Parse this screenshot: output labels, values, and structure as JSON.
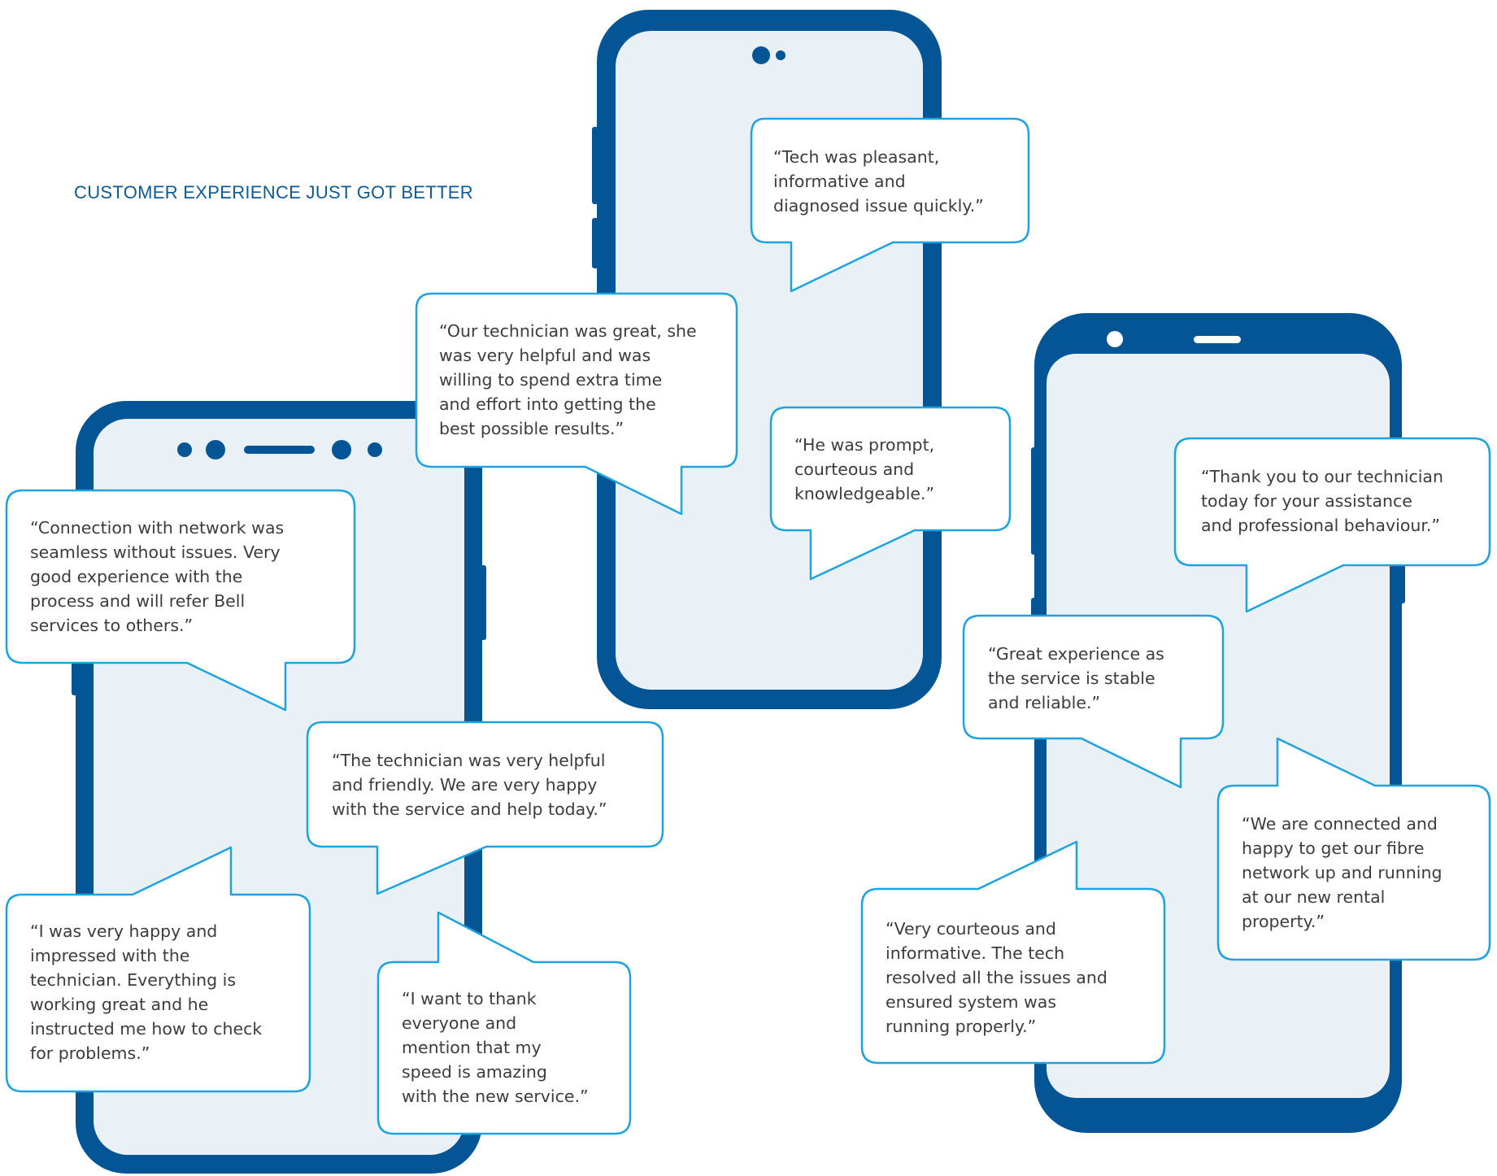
{
  "headline": "CUSTOMER EXPERIENCE JUST GOT BETTER",
  "colors": {
    "phone_frame": "#035596",
    "phone_screen": "#e9f1f6",
    "bubble_stroke": "#1ca3e0",
    "bubble_fill": "#ffffff",
    "headline": "#0f5a94",
    "quote_text": "#3c3c3c"
  },
  "testimonials": [
    "“Tech was pleasant,\n informative and\n diagnosed issue quickly.”",
    "“Our technician was great, she\n was very helpful and was\n willing to spend extra time\n and effort into getting the\n best possible results.”",
    "“He was prompt,\n courteous and\n knowledgeable.”",
    "“Thank you to our technician\n today for your assistance\n and professional behaviour.”",
    "“Connection with network was\n seamless without issues. Very\n good experience with the\n process and will refer Bell\n services to others.”",
    "“Great experience as\n the service is stable\n and reliable.”",
    "“The technician was very helpful\n and friendly. We are very happy\n with the service and help today.”",
    "“We are connected and\n happy to get our fibre\n network up and running\n at our new rental\n property.”",
    "“Very courteous and\n informative. The tech\n resolved all the issues and\n ensured system was\n running properly.”",
    "“I was very happy and\n impressed with the\n technician. Everything is\n working great and he\n instructed me how to check\n for problems.”",
    "“I want to thank\n everyone and\n mention that my\n speed is amazing\n with the new service.”"
  ]
}
